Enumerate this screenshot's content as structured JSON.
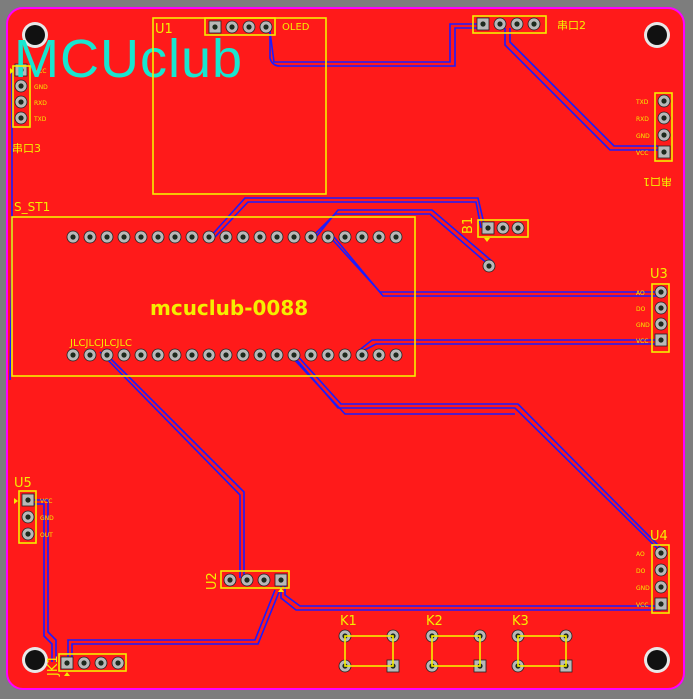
{
  "board": {
    "logo_text": "MCUclub",
    "center_text": "mcuclub-0088",
    "copper_color": "#ff1a1a",
    "logo_color": "#18e6d0",
    "silk_color": "#f5ee00",
    "trace_color": "#1a1cff",
    "outline_color": "#ff00ff"
  },
  "components": {
    "u1": {
      "ref": "U1",
      "label": "OLED"
    },
    "s_st1": {
      "ref": "S_ST1",
      "jlc": "JLCJLCJLCJLC"
    },
    "b1": {
      "ref": "B1"
    },
    "u3": {
      "ref": "U3",
      "pins": [
        "AO",
        "DO",
        "GND",
        "VCC"
      ]
    },
    "u4": {
      "ref": "U4",
      "pins": [
        "AO",
        "DO",
        "GND",
        "VCC"
      ]
    },
    "u5": {
      "ref": "U5",
      "pins": [
        "VCC",
        "GND",
        "OUT"
      ]
    },
    "u2": {
      "ref": "U2"
    },
    "jk1": {
      "ref": "JK1"
    },
    "uart1": {
      "ref": "串口1",
      "pins": [
        "TXD",
        "RXD",
        "GND",
        "VCC"
      ]
    },
    "uart2": {
      "ref": "串口2"
    },
    "uart3": {
      "ref": "串口3",
      "pins": [
        "VCC",
        "GND",
        "RXD",
        "TXD"
      ]
    },
    "k1": {
      "ref": "K1"
    },
    "k2": {
      "ref": "K2"
    },
    "k3": {
      "ref": "K3"
    }
  }
}
